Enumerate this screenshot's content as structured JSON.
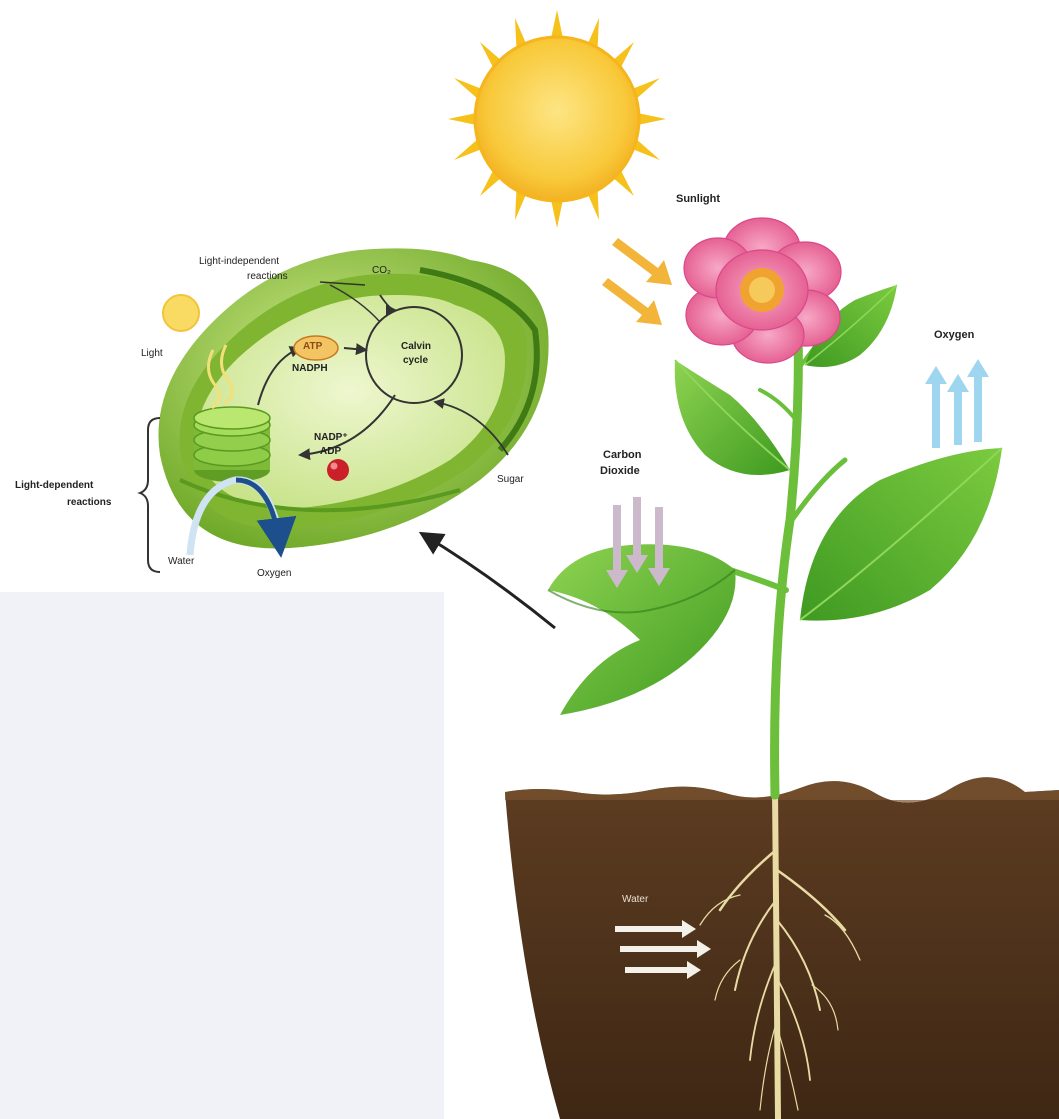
{
  "labels": {
    "sunlight": "Sunlight",
    "oxygen_plant": "Oxygen",
    "carbon_dioxide_line1": "Carbon",
    "carbon_dioxide_line2": "Dioxide",
    "water_soil": "Water",
    "light_independent_line1": "Light-independent",
    "light_independent_line2": "reactions",
    "co2": "CO₂",
    "light": "Light",
    "atp": "ATP",
    "nadph": "NADPH",
    "calvin_line1": "Calvin",
    "calvin_line2": "cycle",
    "nadp": "NADP⁺",
    "adp": "ADP",
    "sugar": "Sugar",
    "light_dependent_line1": "Light-dependent",
    "light_dependent_line2": "reactions",
    "water_chloro": "Water",
    "oxygen_chloro": "Oxygen"
  },
  "colors": {
    "sun": "#f6c11b",
    "leaf": "#5cb82e",
    "chloroplast": "#9ccc3c",
    "flower": "#ef6fa0",
    "soil": "#5a3a20",
    "oxygen_arrow": "#9fd6ef",
    "co2_arrow": "#c9b3c7"
  }
}
